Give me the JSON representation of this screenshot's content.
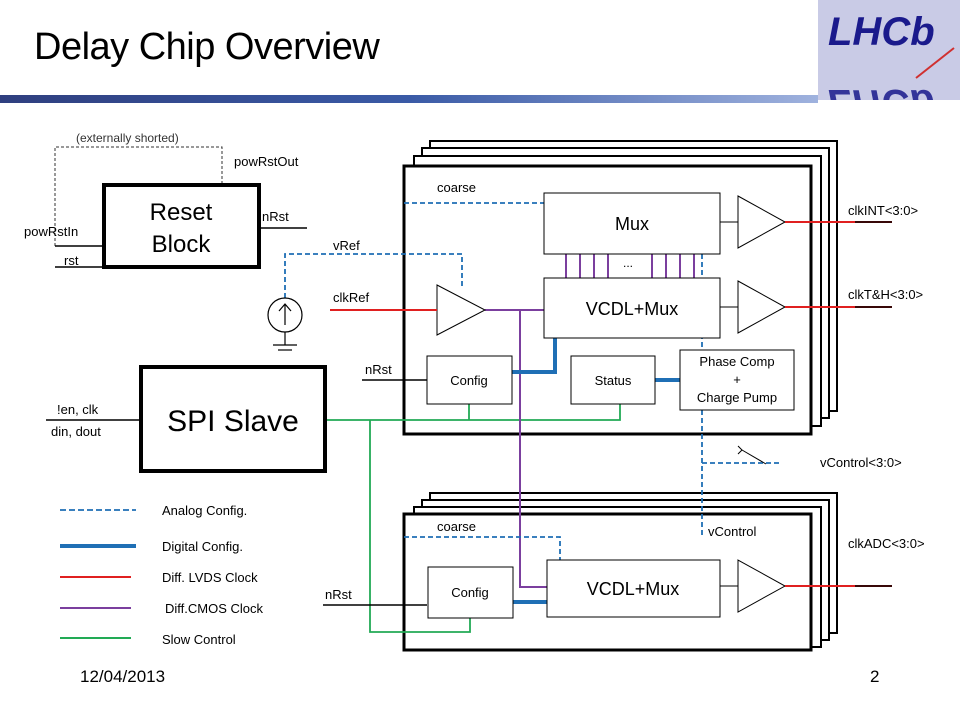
{
  "slide": {
    "title": "Delay Chip Overview",
    "date": "12/04/2013",
    "page_number": "2"
  },
  "logo": {
    "text": "LHCb",
    "color": "#1a1a8c",
    "bg": "#c9cbe6"
  },
  "colors": {
    "analog": "#1f6fb5",
    "digital": "#1f6fb5",
    "lvds": "#e02020",
    "cmos": "#7b3f9e",
    "slow": "#22aa55"
  },
  "diagram": {
    "reset": {
      "title_line1": "Reset",
      "title_line2": "Block",
      "external_note": "(externally shorted)",
      "pow_rst_out": "powRstOut",
      "pow_rst_in": "powRstIn",
      "rst": "rst",
      "n_rst": "nRst"
    },
    "spi": {
      "title": "SPI Slave",
      "pins_line1": "!en, clk",
      "pins_line2": "din, dout"
    },
    "top_block": {
      "coarse": "coarse",
      "mux": "Mux",
      "dots": "...",
      "vcdl": "VCDL+Mux",
      "config": "Config",
      "status": "Status",
      "phase_line1": "Phase Comp",
      "phase_line2": "+",
      "phase_line3": "Charge Pump",
      "clk_int": "clkINT<3:0>",
      "clk_th": "clkT&H<3:0>"
    },
    "inputs": {
      "vref": "vRef",
      "clkref": "clkRef",
      "nrst_top": "nRst",
      "nrst_bottom": "nRst"
    },
    "vcontrol_out": "vControl<3:0>",
    "bottom_block": {
      "coarse": "coarse",
      "vcontrol": "vControl",
      "config": "Config",
      "vcdl": "VCDL+Mux",
      "clk_adc": "clkADC<3:0>"
    },
    "legend": [
      {
        "label": "Analog Config.",
        "color": "#1f6fb5",
        "style": "dashed"
      },
      {
        "label": "Digital Config.",
        "color": "#1f6fb5",
        "style": "thick"
      },
      {
        "label": "Diff. LVDS Clock",
        "color": "#e02020",
        "style": "solid"
      },
      {
        "label": "Diff.CMOS Clock",
        "color": "#7b3f9e",
        "style": "solid"
      },
      {
        "label": "Slow Control",
        "color": "#22aa55",
        "style": "solid"
      }
    ]
  }
}
